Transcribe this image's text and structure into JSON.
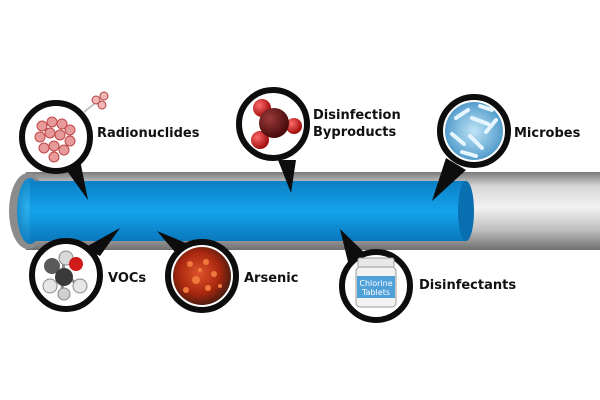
{
  "colors": {
    "water": "#0a8fd6",
    "pipe": "#b8b8b8",
    "callout_ring": "#0d0d0d",
    "label_text": "#111111"
  },
  "contaminants": [
    {
      "id": "radionuclides",
      "label": "Radionuclides",
      "icon": "molecule-cluster-icon"
    },
    {
      "id": "disinfection-byproducts",
      "label_line1": "Disinfection",
      "label_line2": "Byproducts",
      "icon": "red-molecule-icon"
    },
    {
      "id": "microbes",
      "label": "Microbes",
      "icon": "bacteria-icon"
    },
    {
      "id": "vocs",
      "label": "VOCs",
      "icon": "organic-molecule-icon"
    },
    {
      "id": "arsenic",
      "label": "Arsenic",
      "icon": "arsenic-mineral-icon"
    },
    {
      "id": "disinfectants",
      "label": "Disinfectants",
      "icon": "chlorine-tablets-icon",
      "product_line1": "Chlorine",
      "product_line2": "Tablets"
    }
  ]
}
